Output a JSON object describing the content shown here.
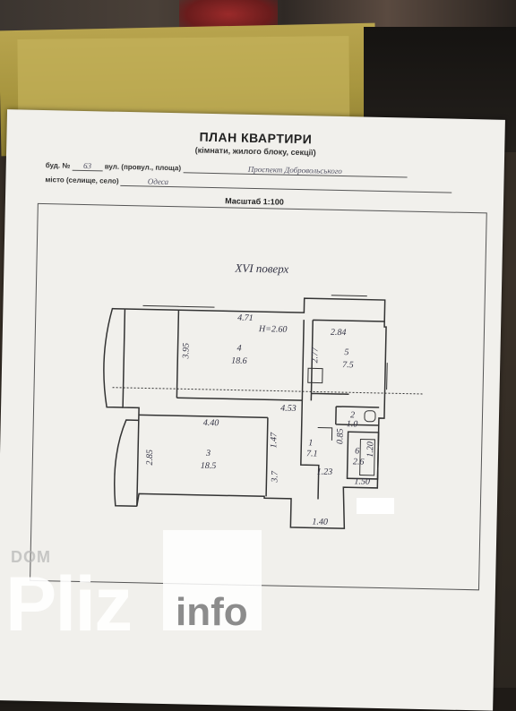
{
  "document": {
    "title": "ПЛАН КВАРТИРИ",
    "subtitle": "(кімнати, жилого блоку, секції)",
    "building_label": "буд. №",
    "building_number": "63",
    "street_label": "вул. (провул., площа)",
    "street_value": "Проспект Добровольського",
    "city_label": "місто (селище, село)",
    "city_value": "Одеса",
    "scale": "Масштаб 1:100"
  },
  "plan": {
    "floor_label": "XVI поверх",
    "ceiling_height": "H=2.60",
    "room_4_number": "4",
    "room_4_area": "18.6",
    "room_5_number": "5",
    "room_5_area": "7.5",
    "room_3_number": "3",
    "room_3_area": "18.5",
    "room_1_number": "1",
    "room_1_area": "7.1",
    "room_2_number": "2",
    "room_2_area": "1.0",
    "room_6_number": "6",
    "room_6_area": "2.6",
    "room_7_area": "3.7",
    "dim_471": "4.71",
    "dim_395": "3.95",
    "dim_284": "2.84",
    "dim_277": "2.77",
    "dim_440": "4.40",
    "dim_285": "2.85",
    "dim_453": "4.53",
    "dim_147": "1.47",
    "dim_123": "1.23",
    "dim_150": "1.50",
    "dim_140": "1.40",
    "dim_120": "1.20",
    "dim_085": "0.85"
  },
  "watermark": {
    "dom": "DOM",
    "pliz": "Pliz",
    "info": "info"
  },
  "colors": {
    "paper": "#f1f0ec",
    "ink": "#333333",
    "folder": "#b8a44e"
  }
}
